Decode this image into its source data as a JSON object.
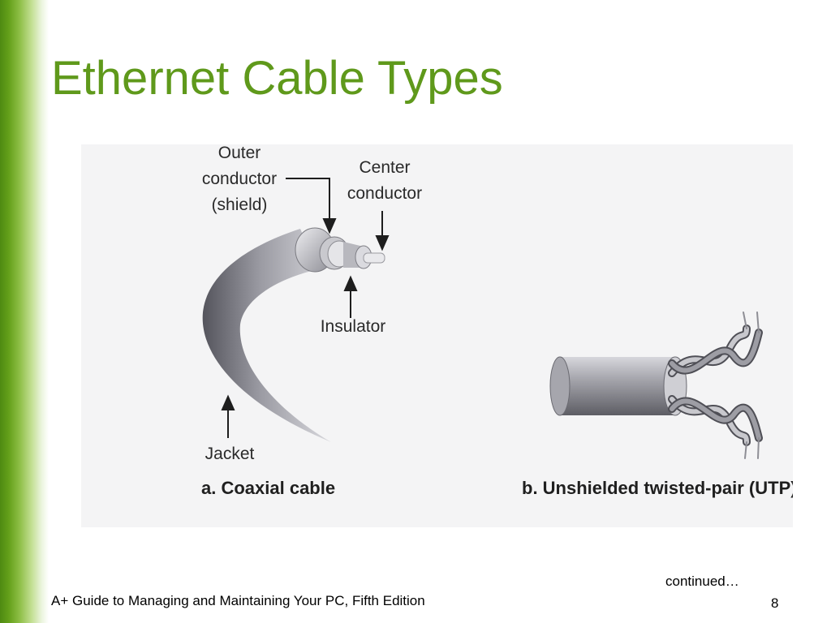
{
  "slide": {
    "title": "Ethernet Cable Types",
    "continued": "continued…",
    "footer": "A+ Guide to Managing and Maintaining Your PC, Fifth Edition",
    "page_number": "8"
  },
  "figure": {
    "coax_labels": {
      "outer_line1": "Outer",
      "outer_line2": "conductor",
      "outer_line3": "(shield)",
      "center_line1": "Center",
      "center_line2": "conductor",
      "insulator": "Insulator",
      "jacket": "Jacket"
    },
    "captions": {
      "coax": "a. Coaxial cable",
      "utp": "b. Unshielded twisted-pair (UTP)"
    }
  },
  "colors": {
    "title_green": "#5f991b",
    "sidebar_green": "#64a01a"
  }
}
